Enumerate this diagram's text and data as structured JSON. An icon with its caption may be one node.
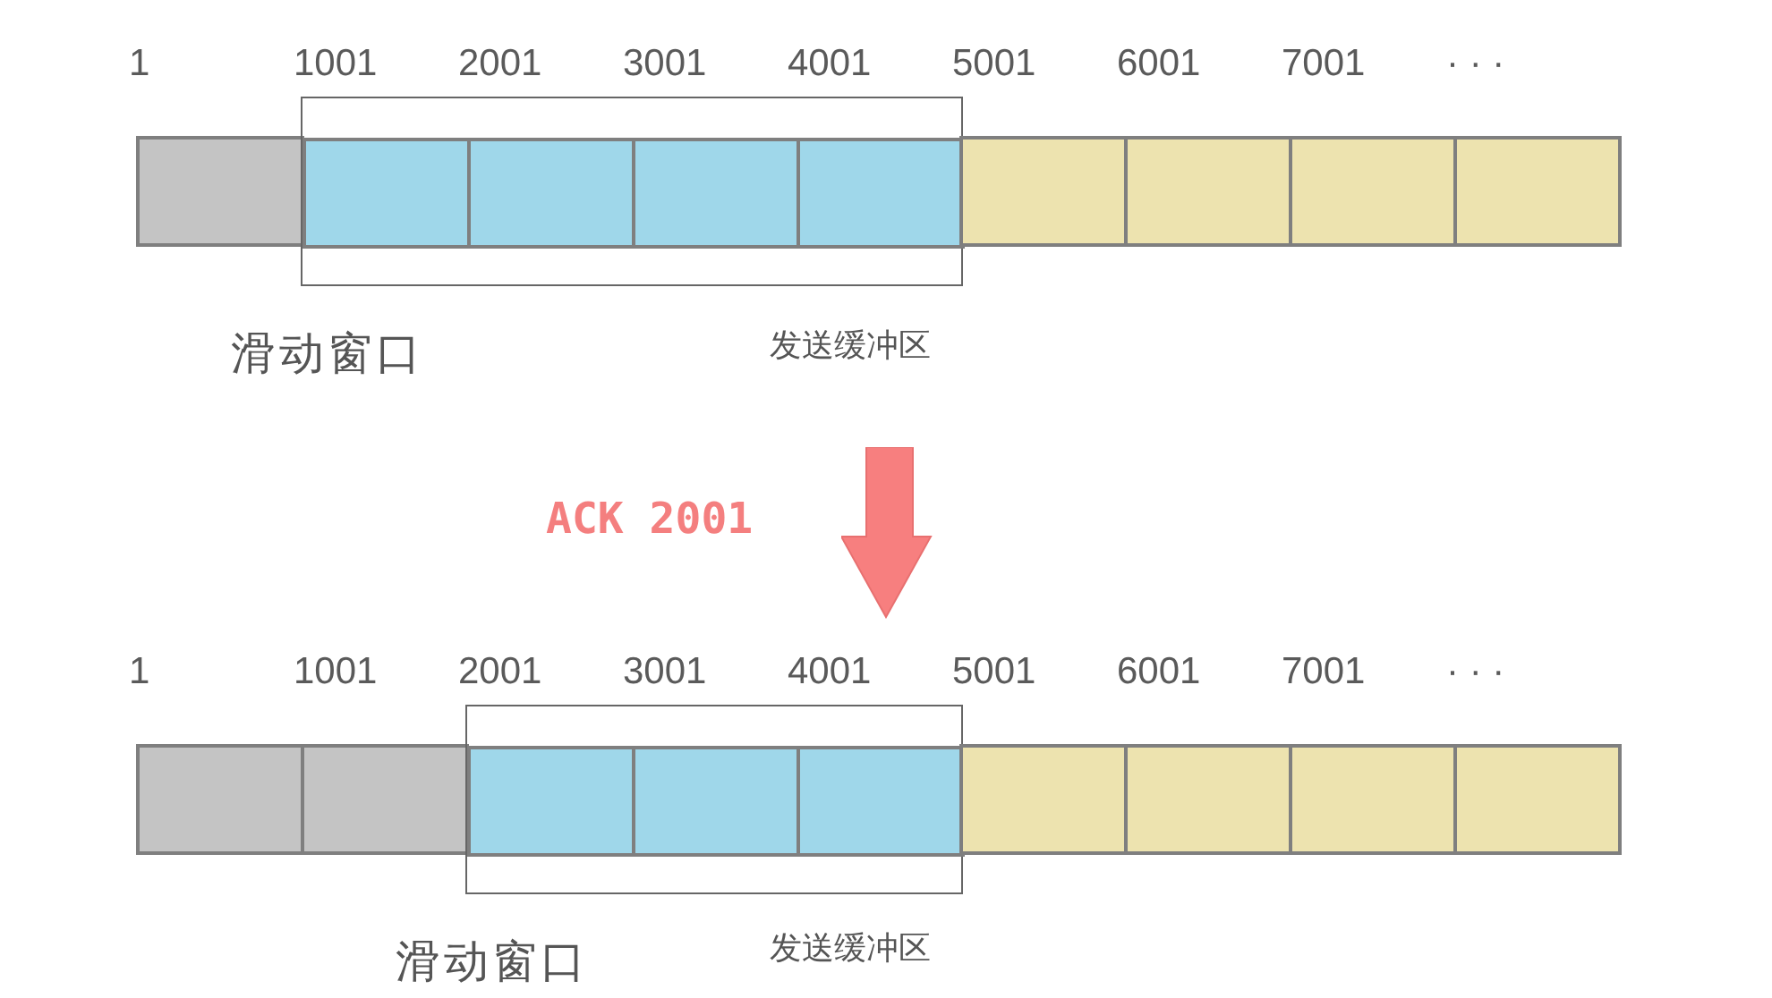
{
  "diagram": {
    "nodes": [
      {
        "text": [],
        "shape": "box"
      },
      {
        "text": [
          "滑动窗口"
        ]
      },
      {
        "text": [],
        "shape": "box",
        "in": 1
      },
      {
        "text": [],
        "shape": "box",
        "in": 1
      },
      {
        "text": [],
        "shape": "box",
        "in": 1
      },
      {
        "text": [],
        "shape": "box",
        "in": 1
      },
      {
        "text": [],
        "shape": "box"
      },
      {
        "text": [],
        "shape": "box"
      },
      {
        "text": [],
        "shape": "box"
      },
      {
        "text": [],
        "shape": "box"
      },
      {
        "text": [],
        "shape": "box"
      },
      {
        "text": [],
        "shape": "box"
      },
      {
        "text": [
          "滑动窗口"
        ]
      },
      {
        "text": [],
        "shape": "box",
        "in": 12
      },
      {
        "text": [],
        "shape": "box",
        "in": 12
      },
      {
        "text": [],
        "shape": "box",
        "in": 12
      },
      {
        "text": [],
        "shape": "box"
      },
      {
        "text": [],
        "shape": "box"
      },
      {
        "text": [],
        "shape": "box"
      },
      {
        "text": [],
        "shape": "box"
      }
    ],
    "edges": [],
    "labels": [
      "1",
      "1001",
      "2001",
      "3001",
      "4001",
      "5001",
      "6001",
      "7001",
      "· · ·",
      "发送缓冲区",
      "ACK 2001",
      "1",
      "1001",
      "2001",
      "3001",
      "4001",
      "5001",
      "6001",
      "7001",
      "· · ·",
      "发送缓冲区"
    ]
  }
}
